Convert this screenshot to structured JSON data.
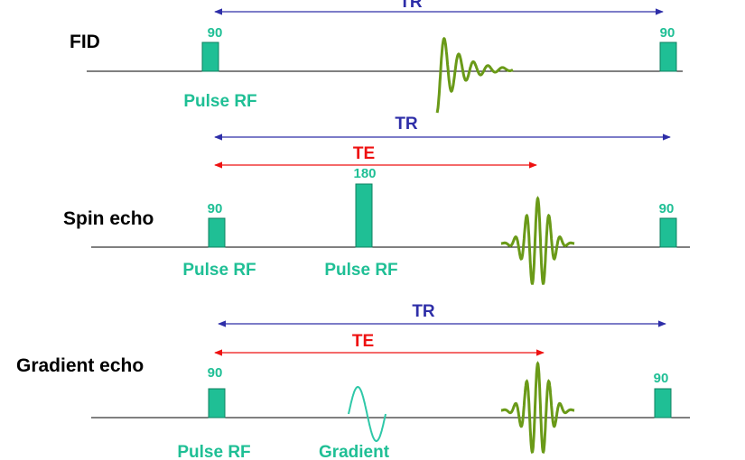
{
  "colors": {
    "pulse": "#1fbf95",
    "pulse_border": "#0f8060",
    "tr": "#2e2ea8",
    "te": "#ee1111",
    "signal": "#6a9a18",
    "gradient": "#2fc8a8",
    "baseline": "#000000"
  },
  "rows": {
    "fid": {
      "title": "FID",
      "tr_label": "TR",
      "pulse1_value": "90",
      "pulse2_value": "90",
      "pulse1_label": "Pulse RF"
    },
    "spin_echo": {
      "title": "Spin echo",
      "tr_label": "TR",
      "te_label": "TE",
      "pulse1_value": "90",
      "pulse180_value": "180",
      "pulse2_value": "90",
      "pulse1_label": "Pulse RF",
      "pulse180_label": "Pulse RF"
    },
    "gradient_echo": {
      "title": "Gradient echo",
      "tr_label": "TR",
      "te_label": "TE",
      "pulse1_value": "90",
      "pulse2_value": "90",
      "pulse1_label": "Pulse RF",
      "gradient_label": "Gradient"
    }
  }
}
